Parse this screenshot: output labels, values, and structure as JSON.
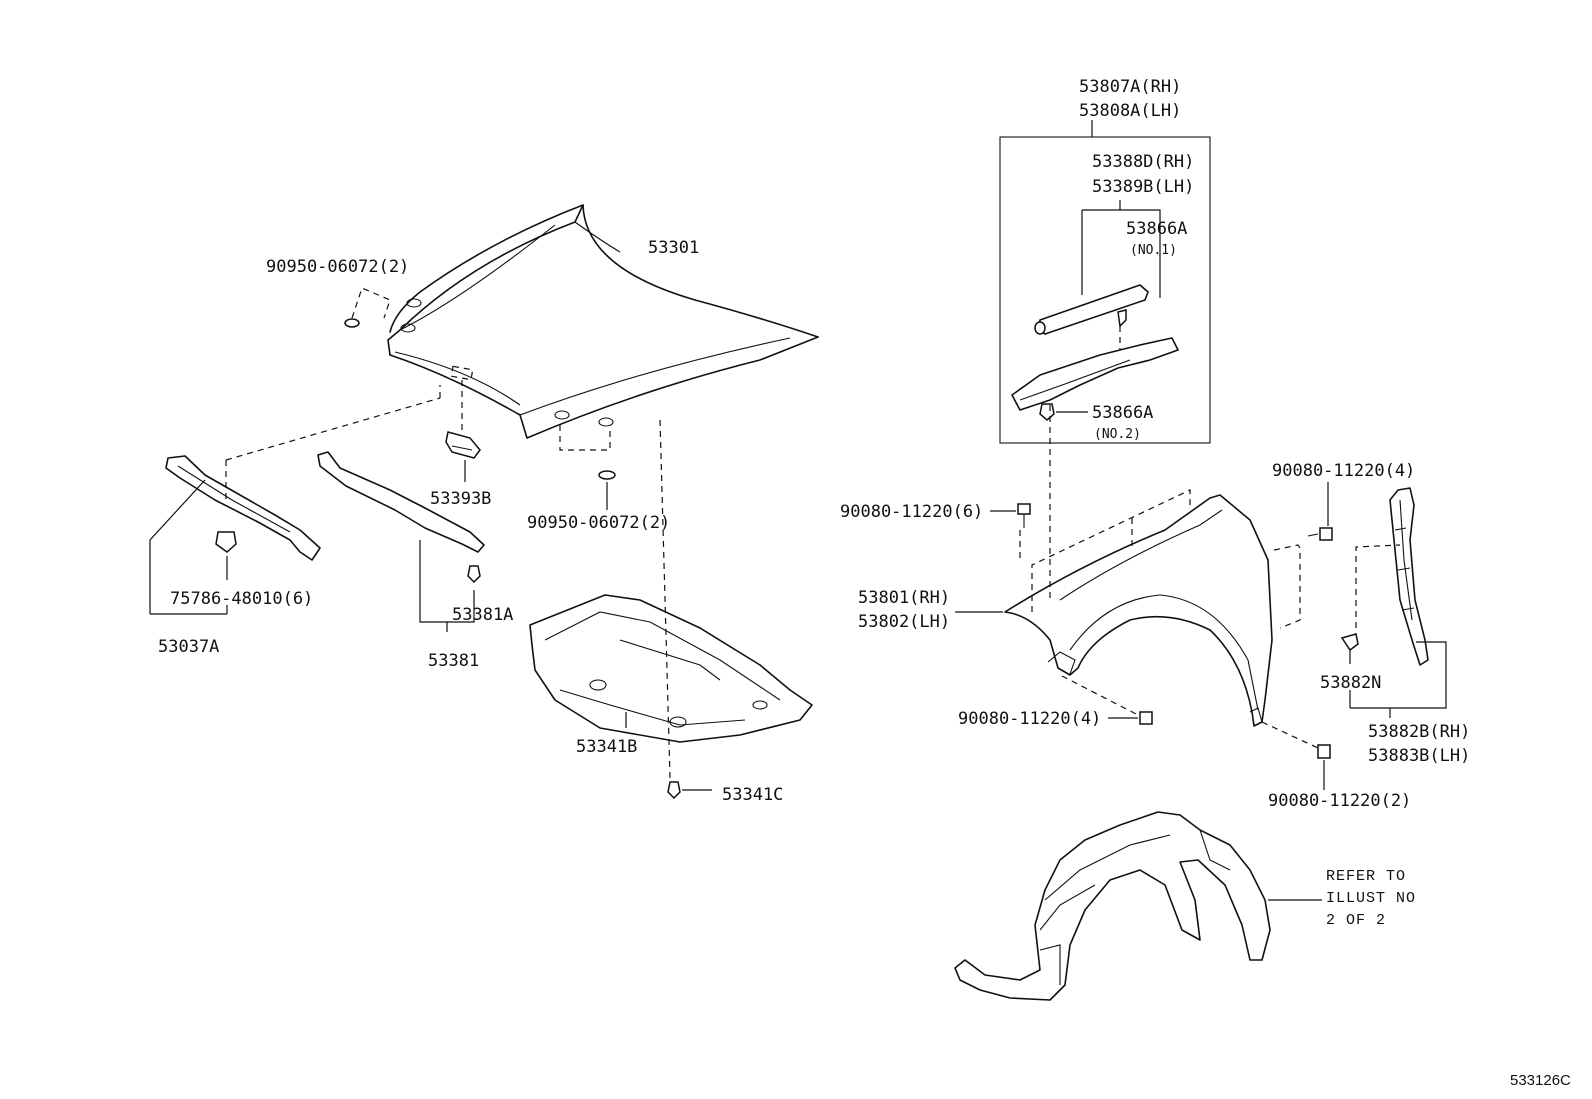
{
  "diagram_id": "533126C",
  "note": [
    "REFER TO",
    "ILLUST NO",
    "2 OF 2"
  ],
  "parts": {
    "hood": "53301",
    "hood_plug_top": "90950-06072(2)",
    "hood_plug_bottom": "90950-06072(2)",
    "hood_bracket": "53393B",
    "hood_lock_support_seal": "53037A",
    "clip_75786": "75786-48010(6)",
    "hood_seal": "53381",
    "hood_seal_clip": "53381A",
    "hood_insulator": "53341B",
    "insulator_clip": "53341C",
    "fender_seal_set_rh": "53807A(RH)",
    "fender_seal_set_lh": "53808A(LH)",
    "fender_protector_rh": "53388D(RH)",
    "fender_protector_lh": "53389B(LH)",
    "clip_no1": "53866A",
    "clip_no1_sub": "(NO.1)",
    "clip_no2": "53866A",
    "clip_no2_sub": "(NO.2)",
    "bolt_6": "90080-11220(6)",
    "bolt_4_top": "90080-11220(4)",
    "bolt_4_bottom": "90080-11220(4)",
    "bolt_2": "90080-11220(2)",
    "fender_rh": "53801(RH)",
    "fender_lh": "53802(LH)",
    "fender_clip": "53882N",
    "fender_seal_rh": "53882B(RH)",
    "fender_seal_lh": "53883B(LH)"
  }
}
